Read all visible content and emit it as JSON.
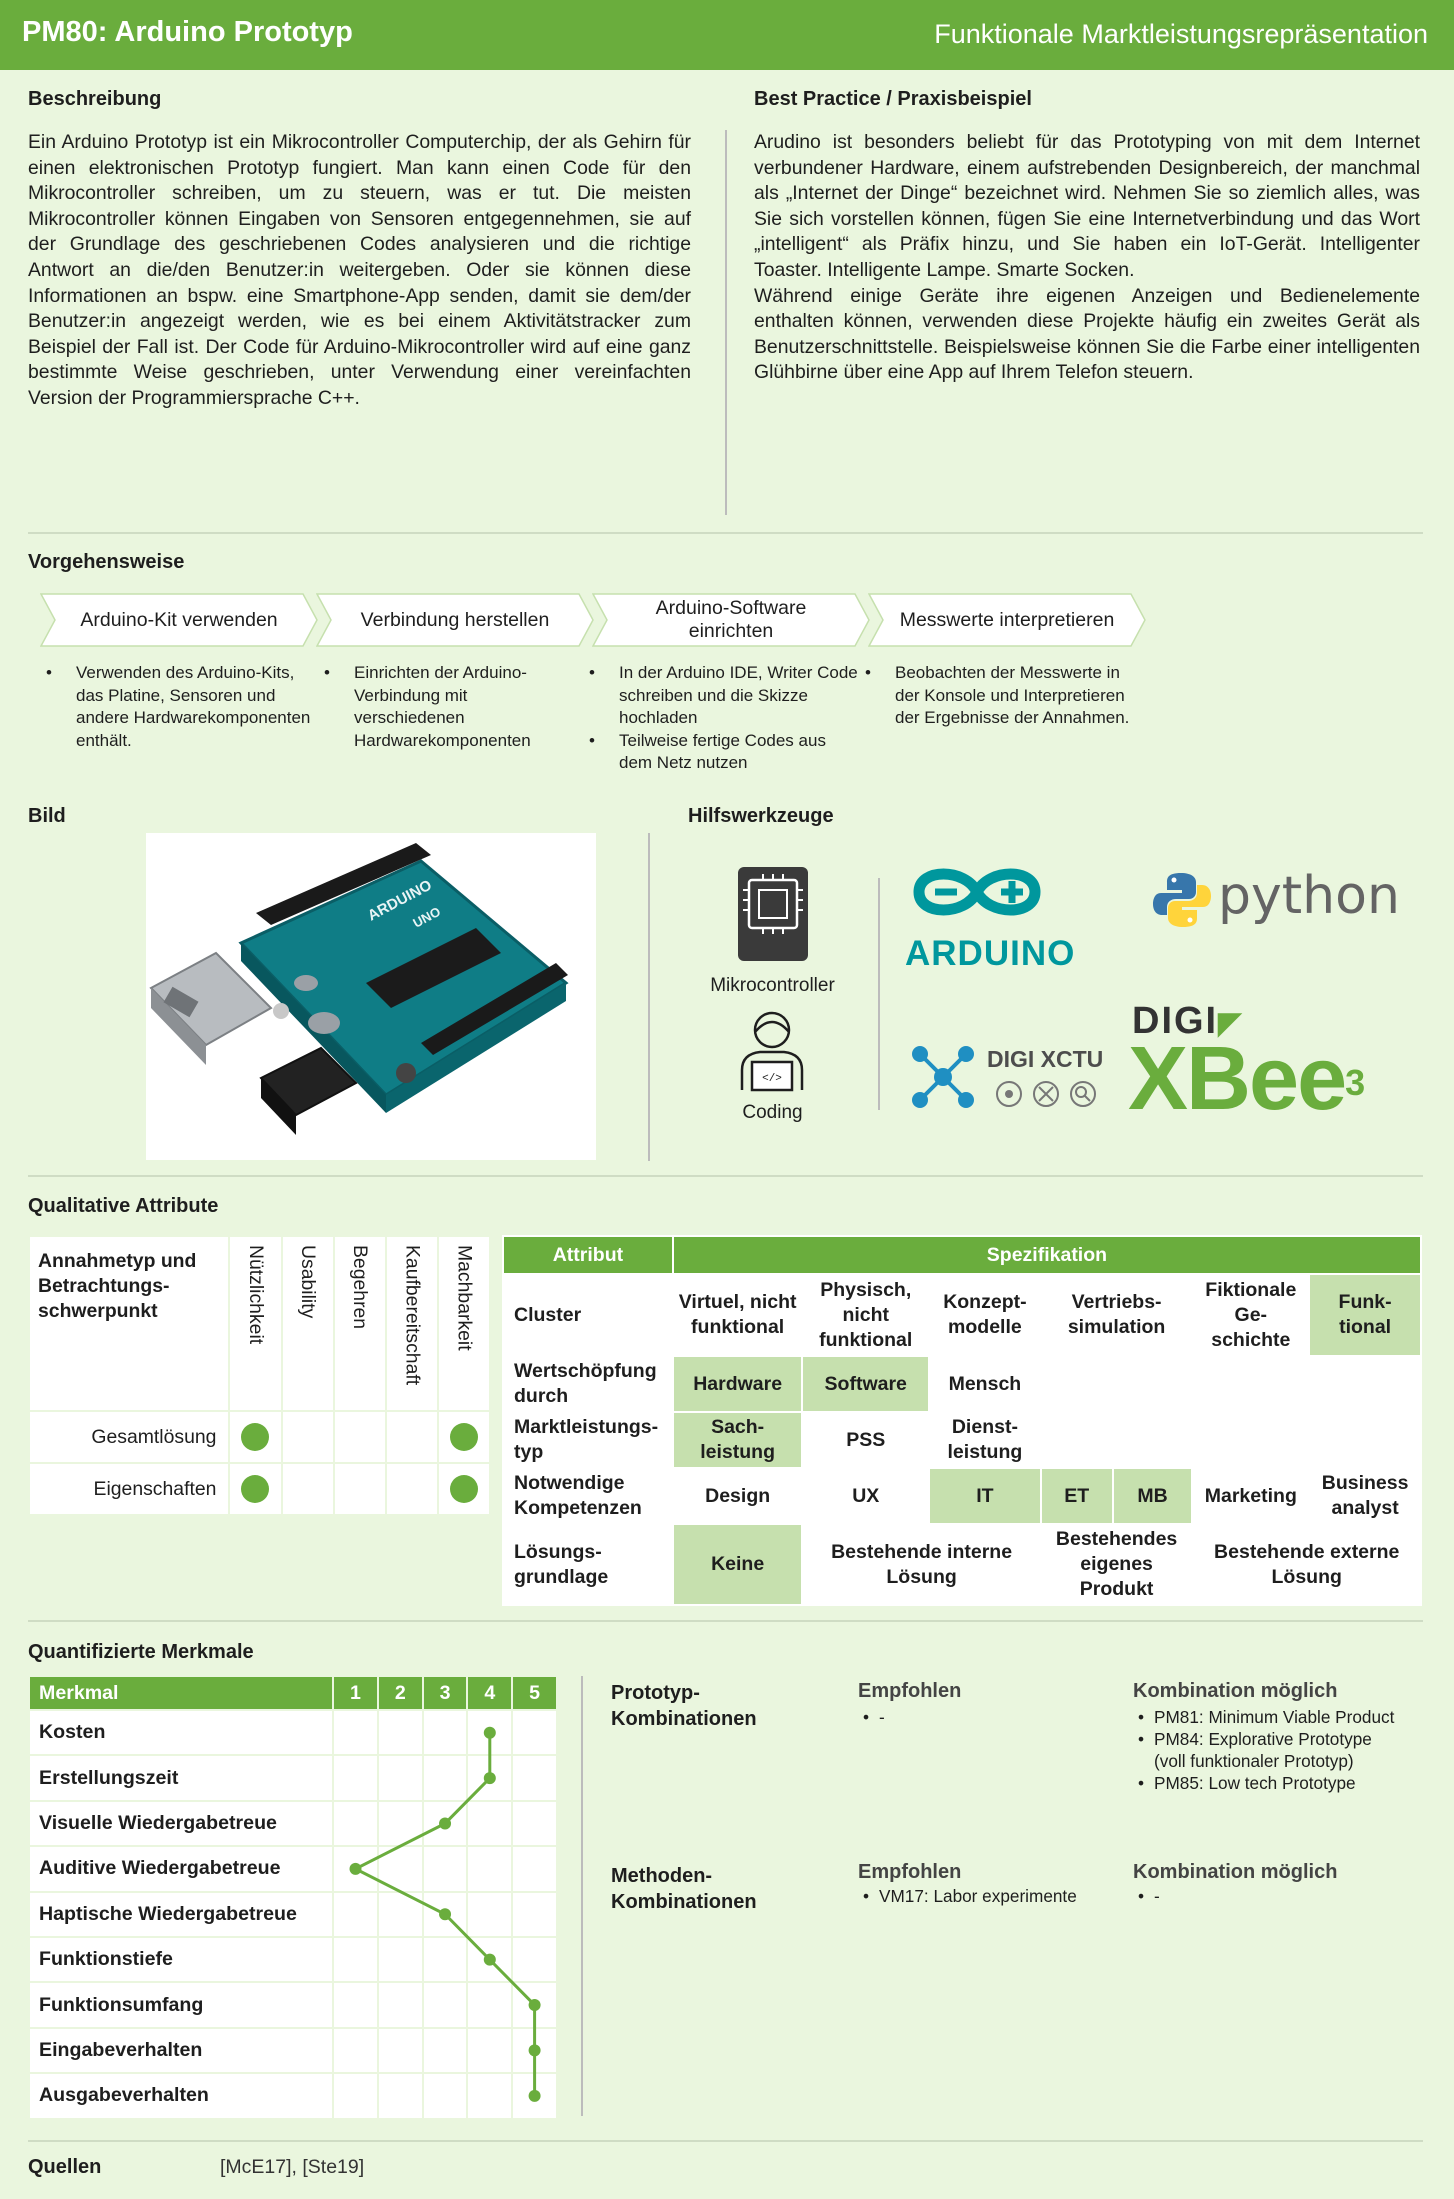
{
  "header": {
    "title": "PM80: Arduino Prototyp",
    "subtitle": "Funktionale Marktleistungsrepräsentation"
  },
  "beschreibung": {
    "heading": "Beschreibung",
    "text": "Ein Arduino Prototyp ist ein Mikrocontroller Computerchip, der als Gehirn für einen elektronischen Prototyp fungiert. Man kann einen Code für den Mikrocontroller schreiben, um zu steuern, was er tut. Die meisten Mikrocontroller können Eingaben von Sensoren entgegennehmen, sie auf der Grundlage des geschriebenen Codes analysieren und die richtige Antwort an die/den Benutzer:in weitergeben. Oder sie können diese Informationen an bspw. eine Smartphone-App senden, damit sie dem/der Benutzer:in angezeigt werden, wie es bei einem Aktivitätstracker zum Beispiel der Fall ist. Der Code für Arduino-Mikrocontroller wird auf eine ganz bestimmte Weise geschrieben, unter Verwendung einer vereinfachten Version der Programmiersprache  C++."
  },
  "best_practice": {
    "heading": "Best Practice / Praxisbeispiel",
    "p1": "Arudino ist besonders beliebt für das Prototyping von mit dem Internet verbundener Hardware, einem aufstrebenden Designbereich, der manchmal als „Internet der Dinge“ bezeichnet wird. Nehmen Sie so ziemlich alles, was Sie sich vorstellen können, fügen Sie eine Internetverbindung und das Wort „intelligent“ als Präfix hinzu, und Sie haben ein IoT-Gerät. Intelligenter Toaster. Intelligente Lampe. Smarte Socken.",
    "p2": "Während einige Geräte ihre eigenen Anzeigen und Bedienelemente enthalten können, verwenden diese Projekte häufig ein zweites Gerät als Benutzerschnittstelle. Beispielsweise können Sie die Farbe einer intelligenten Glühbirne  über eine App auf Ihrem Telefon steuern."
  },
  "vorgehen": {
    "heading": "Vorgehensweise",
    "steps": [
      {
        "title": "Arduino-Kit verwenden",
        "bullets": [
          "Verwenden des Arduino-Kits, das Platine, Sensoren und andere Hardwarekomponenten enthält."
        ]
      },
      {
        "title": "Verbindung  herstellen",
        "bullets": [
          "Einrichten der Arduino-Verbindung mit verschiedenen Hardwarekomponenten"
        ]
      },
      {
        "title": "Arduino-Software einrichten",
        "bullets": [
          "In der Arduino IDE, Writer Code schreiben und die Skizze hochladen",
          "Teilweise fertige Codes aus dem Netz nutzen"
        ]
      },
      {
        "title": "Messwerte interpretieren",
        "bullets": [
          "Beobachten der Messwerte in der Konsole und Interpretieren der Ergebnisse der Annahmen."
        ]
      }
    ]
  },
  "bild": {
    "heading": "Bild",
    "board_brand": "ARDUINO",
    "board_model": "UNO"
  },
  "hilfs": {
    "heading": "Hilfswerkzeuge",
    "mikro": "Mikrocontroller",
    "coding": "Coding",
    "coding_glyph": "</>",
    "arduino": "ARDUINO",
    "python": "python",
    "digi_xctu": "DIGI XCTU",
    "digi": "DIGI",
    "xbee": "XBee",
    "xbee_sup": "3"
  },
  "qual": {
    "heading": "Qualitative Attribute",
    "corner": "Annahmetyp und Betrachtungs-schwerpunkt",
    "cols": [
      "Nützlichkeit",
      "Usability",
      "Begehren",
      "Kaufbereitschaft",
      "Machbarkeit"
    ],
    "rows": [
      {
        "label": "Gesamtlösung",
        "dots": [
          true,
          false,
          false,
          false,
          true
        ]
      },
      {
        "label": "Eigenschaften",
        "dots": [
          true,
          false,
          false,
          false,
          true
        ]
      }
    ]
  },
  "spec": {
    "head_attr": "Attribut",
    "head_spec": "Spezifikation",
    "cluster": {
      "label": "Cluster",
      "cells": [
        "Virtuel, nicht funktional",
        "Physisch, nicht funktional",
        "Konzept-modelle",
        "Vertriebs-simulation",
        "Fiktionale Ge-schichte",
        "Funk-tional"
      ]
    },
    "wert": {
      "label": "Wertschöpfung durch",
      "cells": [
        "Hardware",
        "Software",
        "Mensch"
      ]
    },
    "markt": {
      "label": "Marktleistungs-typ",
      "cells": [
        "Sach-leistung",
        "PSS",
        "Dienst-leistung"
      ]
    },
    "komp": {
      "label": "Notwendige Kompetenzen",
      "cells": [
        "Design",
        "UX",
        "IT",
        "ET",
        "MB",
        "Marketing",
        "Business analyst"
      ]
    },
    "loes": {
      "label": "Lösungs-grundlage",
      "cells": [
        "Keine",
        "Bestehende interne Lösung",
        "Bestehendes eigenes Produkt",
        "Bestehende externe Lösung"
      ]
    }
  },
  "quant": {
    "heading": "Quantifizierte  Merkmale",
    "col_label": "Merkmal",
    "scale": [
      "1",
      "2",
      "3",
      "4",
      "5"
    ],
    "rows": [
      {
        "name": "Kosten",
        "value": 4
      },
      {
        "name": "Erstellungszeit",
        "value": 4
      },
      {
        "name": "Visuelle  Wiedergabetreue",
        "value": 3
      },
      {
        "name": "Auditive Wiedergabetreue",
        "value": 1
      },
      {
        "name": "Haptische Wiedergabetreue",
        "value": 3
      },
      {
        "name": "Funktionstiefe",
        "value": 4
      },
      {
        "name": "Funktionsumfang",
        "value": 5
      },
      {
        "name": "Eingabeverhalten",
        "value": 5
      },
      {
        "name": "Ausgabeverhalten",
        "value": 5
      }
    ]
  },
  "kombi": {
    "proto_label": "Prototyp-Kombinationen",
    "method_label": "Methoden-Kombinationen",
    "empfohlen": "Empfohlen",
    "moeglich": "Kombination möglich",
    "proto_empf": [
      "-"
    ],
    "proto_mogl": [
      "PM81: Minimum Viable Product",
      "PM84: Explorative Prototype (voll funktionaler Prototyp)",
      "PM85: Low tech Prototype"
    ],
    "method_empf": [
      "VM17: Labor experimente"
    ],
    "method_mogl": [
      "-"
    ]
  },
  "quellen": {
    "label": "Quellen",
    "text": "[McE17], [Ste19]"
  },
  "colors": {
    "accent": "#6aad3d",
    "light": "#c6e0ae",
    "background": "#eaf6de"
  }
}
